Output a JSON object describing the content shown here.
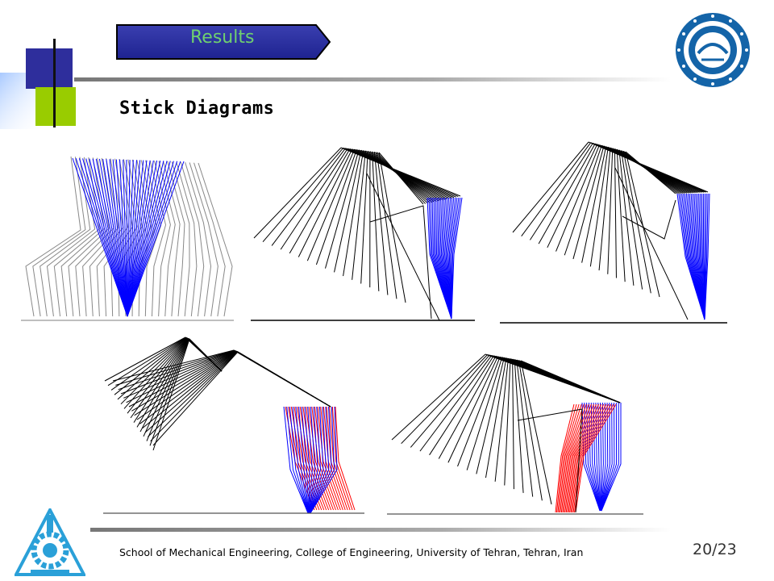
{
  "section": {
    "label": "Results"
  },
  "slide": {
    "title": "Stick Diagrams"
  },
  "footer": {
    "text": "School of Mechanical Engineering, College of Engineering, University of Tehran, Tehran, Iran",
    "page": "20/23"
  },
  "figures": [
    {
      "name": "stick-diagram-1",
      "colors": [
        "#888888",
        "#0000ff"
      ]
    },
    {
      "name": "stick-diagram-2",
      "colors": [
        "#000000",
        "#0000ff"
      ]
    },
    {
      "name": "stick-diagram-3",
      "colors": [
        "#000000",
        "#0000ff"
      ]
    },
    {
      "name": "stick-diagram-4",
      "colors": [
        "#000000",
        "#0000ff",
        "#ff0000"
      ]
    },
    {
      "name": "stick-diagram-5",
      "colors": [
        "#000000",
        "#0000ff",
        "#ff0000"
      ]
    }
  ],
  "logos": {
    "top_right": "university-of-tehran-seal",
    "bottom_left": "mechanical-engineering-emblem"
  }
}
